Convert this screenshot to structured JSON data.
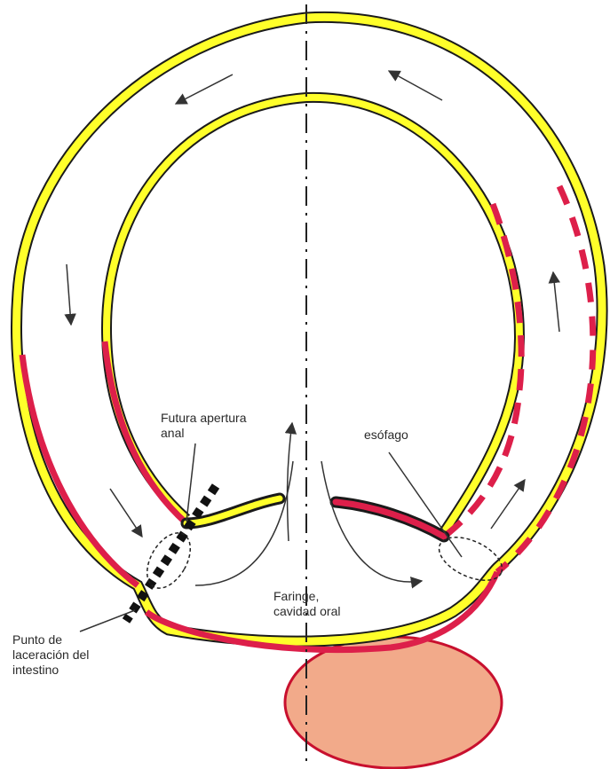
{
  "labels": {
    "futura_apertura_anal": "Futura apertura\nanal",
    "esofago": "esófago",
    "faringe": "Faringe,\ncavidad oral",
    "punto_laceracion": "Punto de\nlaceración del\nintestino"
  },
  "colors": {
    "outline": "#1a1a1a",
    "yellow_layer": "#ffff2a",
    "red_layer": "#dd1f4a",
    "yolk_sac_fill": "#f2aa8a",
    "yolk_sac_stroke": "#c8102e",
    "arrow": "#333333"
  }
}
